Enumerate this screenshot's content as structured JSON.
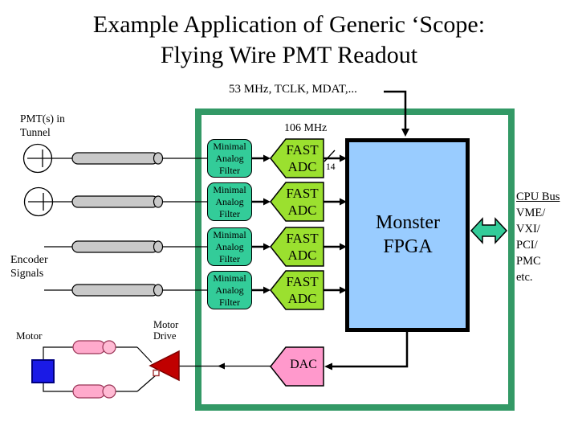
{
  "slide": {
    "title_line1": "Example Application of Generic ‘Scope:",
    "title_line2": "Flying Wire PMT Readout"
  },
  "signals": {
    "clock_bus": "53 MHz, TCLK, MDAT,...",
    "adc_rate": "106 MHz",
    "adc_bus_width": "14"
  },
  "inputs": {
    "pmt": "PMT(s) in\nTunnel",
    "encoder": "Encoder\nSignals",
    "motor": "Motor",
    "motor_drive": "Motor\nDrive"
  },
  "blocks": {
    "filters": [
      {
        "label": "Minimal\nAnalog\nFilter"
      },
      {
        "label": "Minimal\nAnalog\nFilter"
      },
      {
        "label": "Minimal\nAnalog\nFilter"
      },
      {
        "label": "Minimal\nAnalog\nFilter"
      }
    ],
    "adcs": [
      {
        "label": "FAST\nADC"
      },
      {
        "label": "FAST\nADC"
      },
      {
        "label": "FAST\nADC"
      },
      {
        "label": "FAST\nADC"
      }
    ],
    "fpga": "Monster\nFPGA",
    "dac": "DAC"
  },
  "cpu_bus": {
    "title": "CPU Bus",
    "lines": [
      "VME/",
      "VXI/",
      "PCI/",
      "PMC",
      "etc."
    ]
  },
  "colors": {
    "boundary_green": "#339966",
    "filter_teal": "#33CC99",
    "adc_green": "#9BE02F",
    "fpga_blue": "#99CCFF",
    "dac_pink": "#FF99CC",
    "cable_pink": "#FFAACC",
    "cable_gray": "#C9C9C9",
    "motor_blue": "#1A1AE6",
    "drive_red": "#C00000",
    "bus_arrow_teal": "#33CC99"
  }
}
